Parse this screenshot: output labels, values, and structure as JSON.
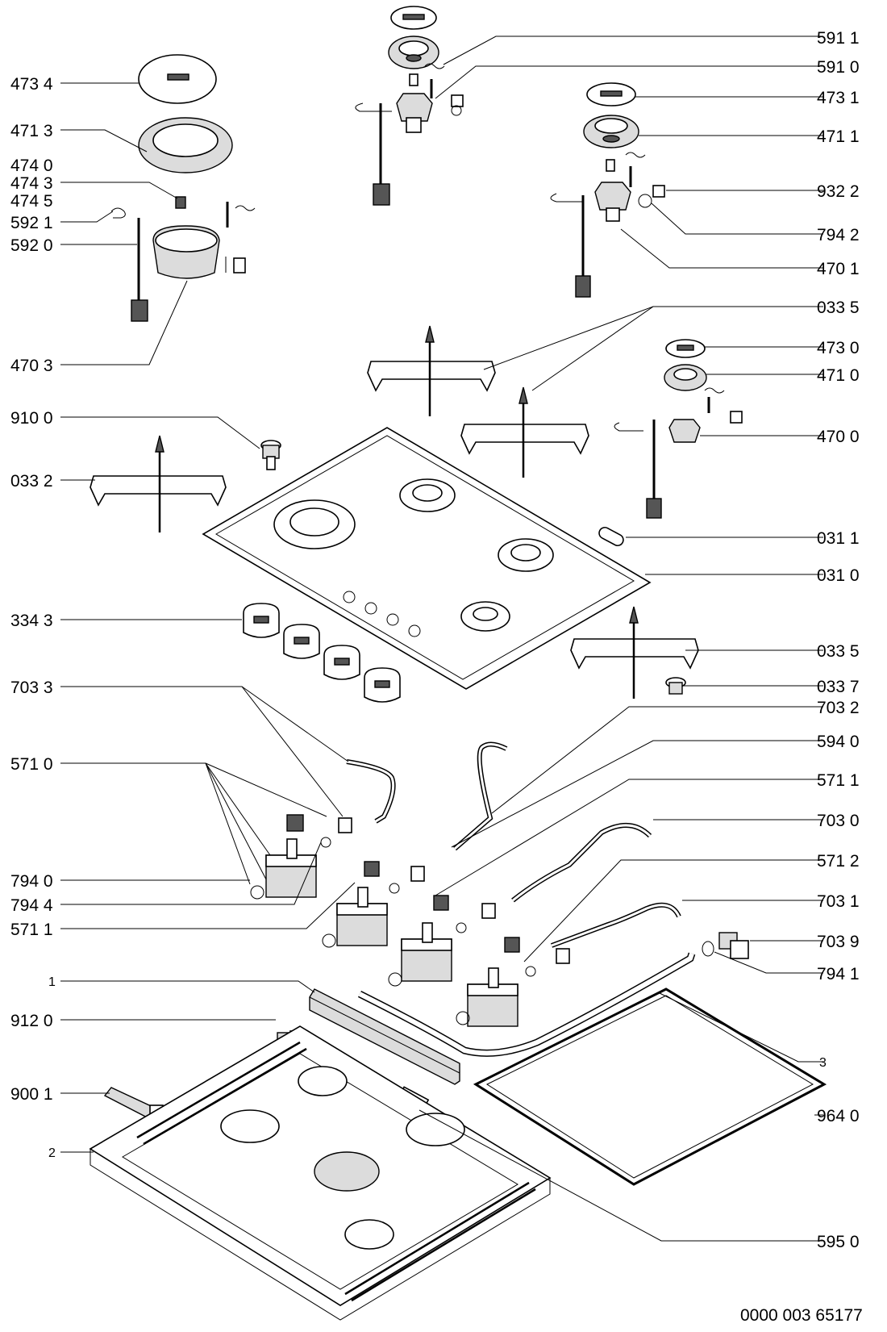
{
  "labels": {
    "l_5911": "591 1",
    "l_5910": "591 0",
    "l_4731": "473 1",
    "l_4711": "471 1",
    "l_9322": "932 2",
    "l_7942": "794 2",
    "l_4701": "470 1",
    "l_0335a": "033 5",
    "l_4730": "473 0",
    "l_4710": "471 0",
    "l_4700": "470 0",
    "l_0311": "031 1",
    "l_0310": "031 0",
    "l_0335b": "033 5",
    "l_0337": "033 7",
    "l_7032": "703 2",
    "l_5940": "594 0",
    "l_5711r": "571 1",
    "l_7030": "703 0",
    "l_5712": "571 2",
    "l_7031": "703 1",
    "l_7039": "703 9",
    "l_7941": "794 1",
    "l_3": "3",
    "l_9640": "964 0",
    "l_5950": "595 0",
    "l_4734": "473 4",
    "l_4713": "471 3",
    "l_4740": "474 0",
    "l_4743": "474 3",
    "l_4745": "474 5",
    "l_5921": "592 1",
    "l_5920": "592 0",
    "l_4703": "470 3",
    "l_9100": "910 0",
    "l_0332": "033 2",
    "l_3343": "334 3",
    "l_7033": "703 3",
    "l_5710": "571 0",
    "l_7940": "794 0",
    "l_7944": "794 4",
    "l_5711l": "571 1",
    "l_1": "1",
    "l_9120": "912 0",
    "l_9001": "900 1",
    "l_2": "2"
  },
  "drawing_number": "0000 003 65177"
}
